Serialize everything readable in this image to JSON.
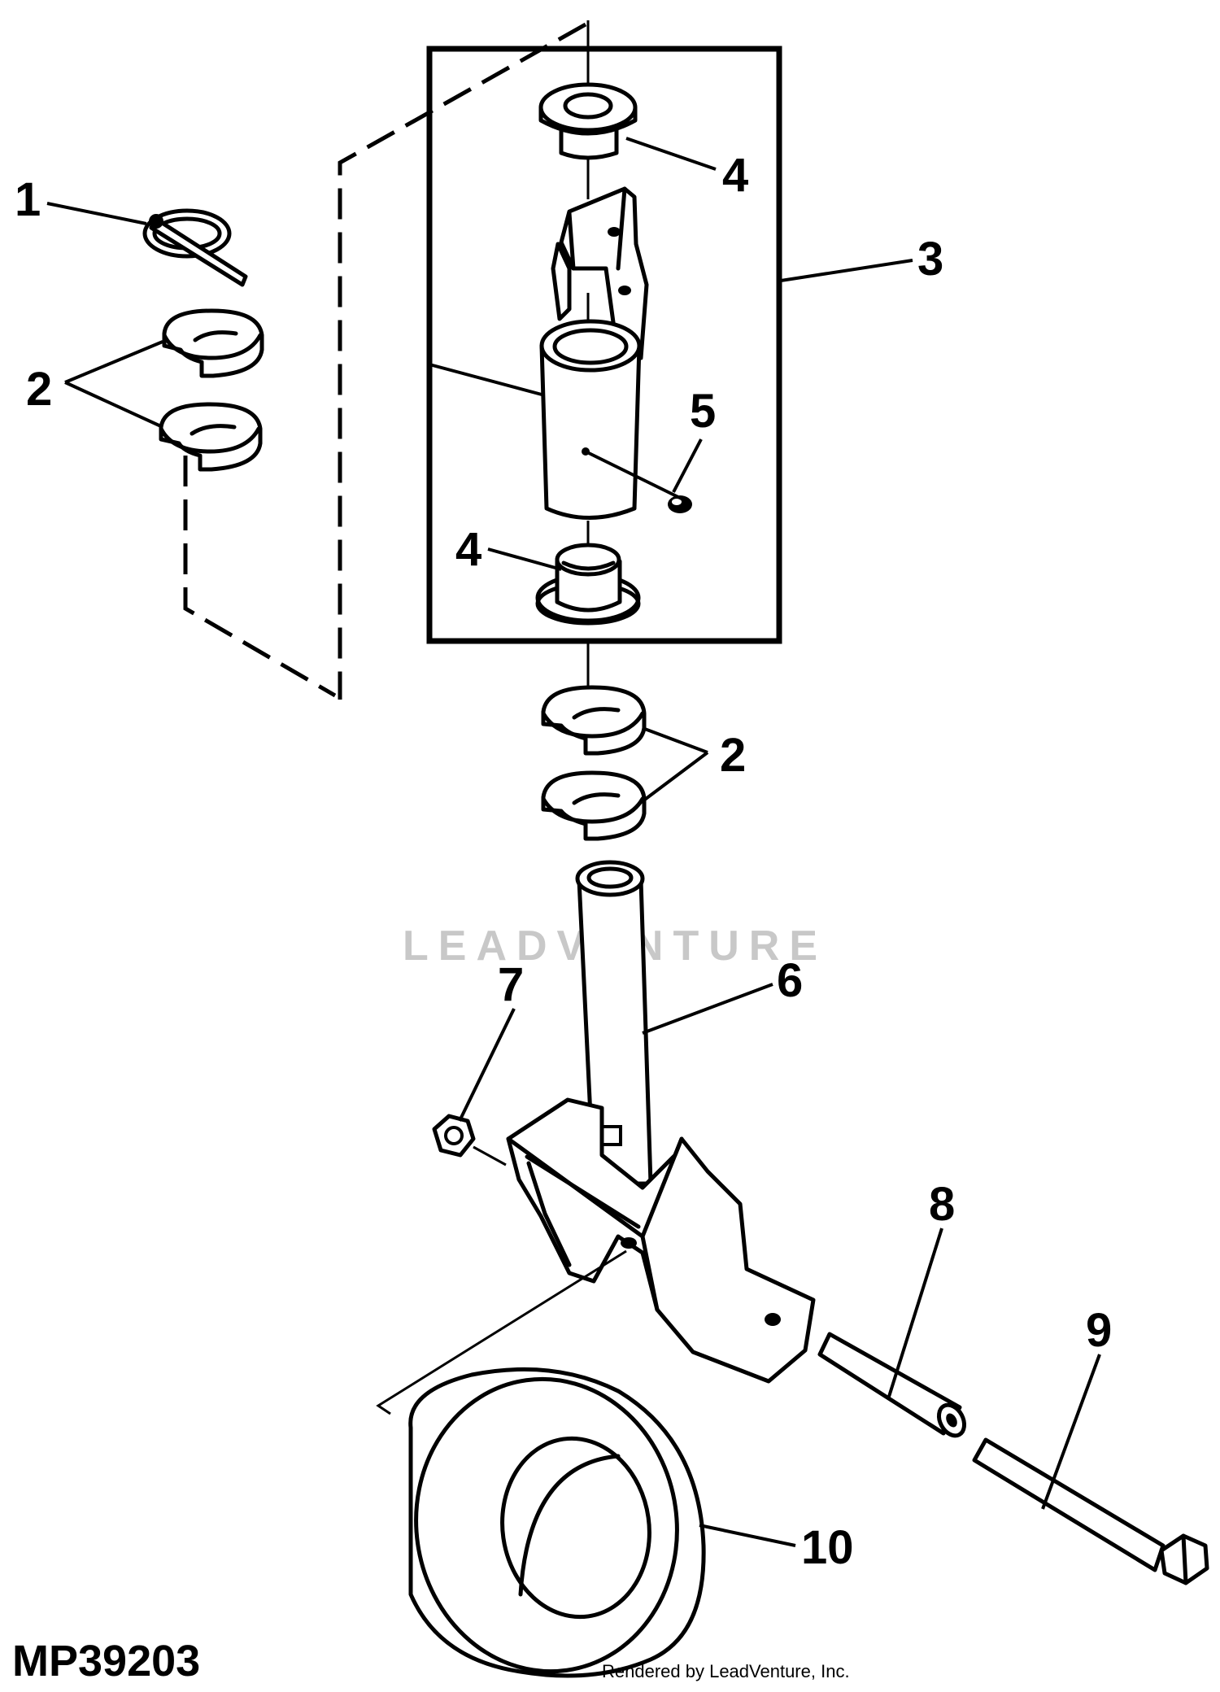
{
  "diagram": {
    "drawing_code": "MP39203",
    "credit": "Rendered by LeadVenture, Inc.",
    "watermark": "LEADVENTURE",
    "callouts": {
      "c1": "1",
      "c2_left": "2",
      "c2_right": "2",
      "c3": "3",
      "c4_top": "4",
      "c4_bottom": "4",
      "c5": "5",
      "c6": "6",
      "c7": "7",
      "c8": "8",
      "c9": "9",
      "c10": "10"
    }
  }
}
